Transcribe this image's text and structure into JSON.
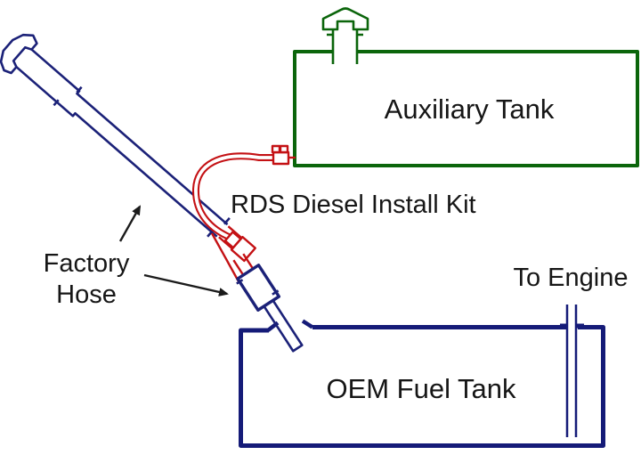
{
  "diagram": {
    "labels": {
      "auxiliary_tank": "Auxiliary Tank",
      "oem_fuel_tank": "OEM Fuel Tank",
      "install_kit": "RDS Diesel Install Kit",
      "factory_hose_line1": "Factory",
      "factory_hose_line2": "Hose",
      "to_engine": "To Engine"
    },
    "colors": {
      "auxiliary_tank_outline": "#0b650b",
      "oem_tank_outline": "#151b78",
      "factory_hose_outline": "#1b2178",
      "install_kit": "#c41114",
      "arrow": "#1b1b1b",
      "label_text": "#161616",
      "background": "#ffffff"
    }
  }
}
